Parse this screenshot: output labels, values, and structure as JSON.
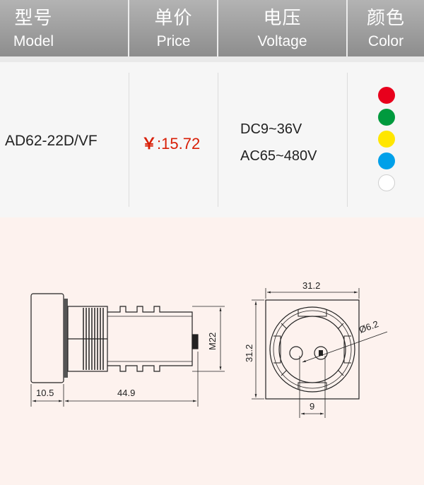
{
  "header": {
    "model": {
      "zh": "型号",
      "en": "Model"
    },
    "price": {
      "zh": "单价",
      "en": "Price"
    },
    "voltage": {
      "zh": "电压",
      "en": "Voltage"
    },
    "color": {
      "zh": "颜色",
      "en": "Color"
    }
  },
  "product": {
    "model": "AD62-22D/VF",
    "price_symbol": "￥",
    "price_value": ":15.72",
    "voltages": [
      "DC9~36V",
      "AC65~480V"
    ],
    "colors": [
      {
        "name": "red",
        "hex": "#e8001c"
      },
      {
        "name": "green",
        "hex": "#009a3e"
      },
      {
        "name": "yellow",
        "hex": "#ffe600"
      },
      {
        "name": "blue",
        "hex": "#00a0e9"
      },
      {
        "name": "white",
        "hex": "#ffffff"
      }
    ]
  },
  "drawing": {
    "side": {
      "front_length": "10.5",
      "body_length": "44.9",
      "thread": "M22"
    },
    "front": {
      "width": "31.2",
      "height": "31.2",
      "hole_dia": "Ø6.2",
      "hole_spacing": "9"
    }
  }
}
